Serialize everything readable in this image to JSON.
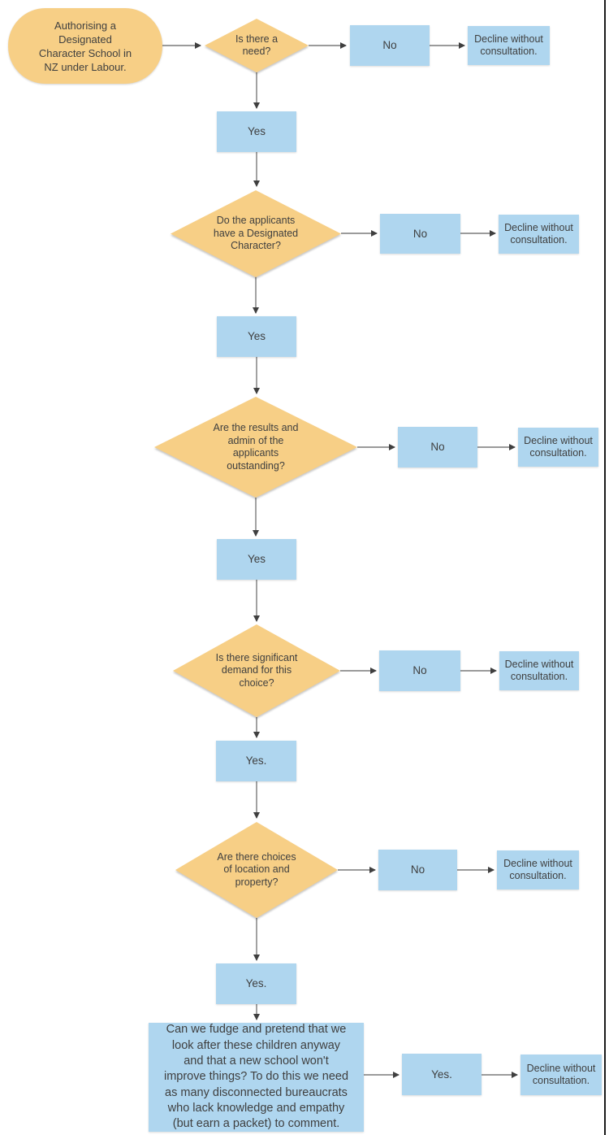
{
  "colors": {
    "decision_fill": "#F7CF86",
    "process_fill": "#AFD6EF",
    "text": "#3F3F3F",
    "arrow": "#7a7a7a",
    "arrowhead": "#3F3F3F",
    "canvas_border": "#1a1a1a"
  },
  "labels": {
    "start": "Authorising a\nDesignated\nCharacter School in\nNZ under Labour.",
    "decisions": [
      "Is there a\nneed?",
      "Do the applicants\nhave a Designated\nCharacter?",
      "Are the results and\nadmin of the\napplicants\noutstanding?",
      "Is there significant\ndemand for this\nchoice?",
      "Are there choices\nof location and\nproperty?"
    ],
    "yes_steps": [
      "Yes",
      "Yes",
      "Yes",
      "Yes.",
      "Yes.",
      "Yes."
    ],
    "no": "No",
    "decline": "Decline without\nconsultation.",
    "final_question": "Can we fudge and pretend that we\nlook after these children anyway\nand that a new school won't\nimprove things? To do this we need\nas many disconnected bureaucrats\nwho lack knowledge and empathy\n(but earn a packet) to comment."
  }
}
